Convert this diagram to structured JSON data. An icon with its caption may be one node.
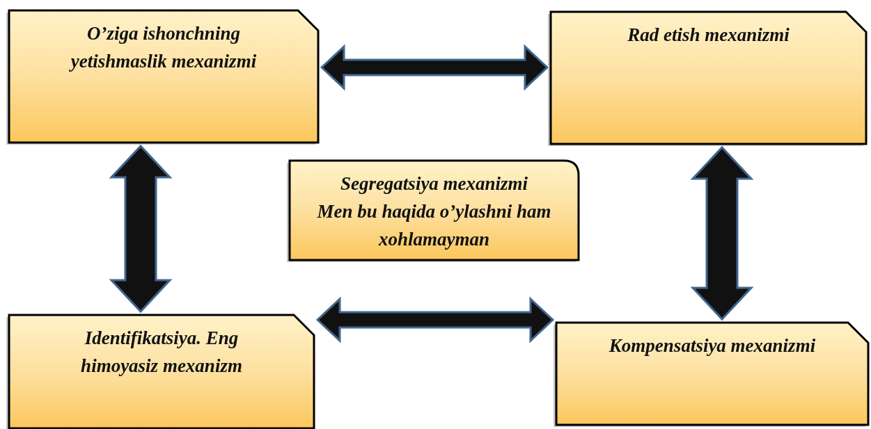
{
  "diagram": {
    "nodes": [
      {
        "text": [
          "O’ziga ishonchning yetishmaslik mexanizmi"
        ]
      },
      {
        "text": [
          "Rad etish mexanizmi"
        ]
      },
      {
        "text": [
          "Segregatsiya mexanizmi",
          "Men bu haqida o’ylashni ham xohlamayman"
        ]
      },
      {
        "text": [
          "Identifikatsiya. Eng himoyasiz mexanizm"
        ]
      },
      {
        "text": [
          "Kompensatsiya mexanizmi"
        ]
      }
    ],
    "edges": [
      {
        "from": 0,
        "to": 1,
        "arrow": "both"
      },
      {
        "from": 0,
        "to": 3,
        "arrow": "both"
      },
      {
        "from": 1,
        "to": 4,
        "arrow": "both"
      },
      {
        "from": 3,
        "to": 4,
        "arrow": "both"
      }
    ]
  }
}
